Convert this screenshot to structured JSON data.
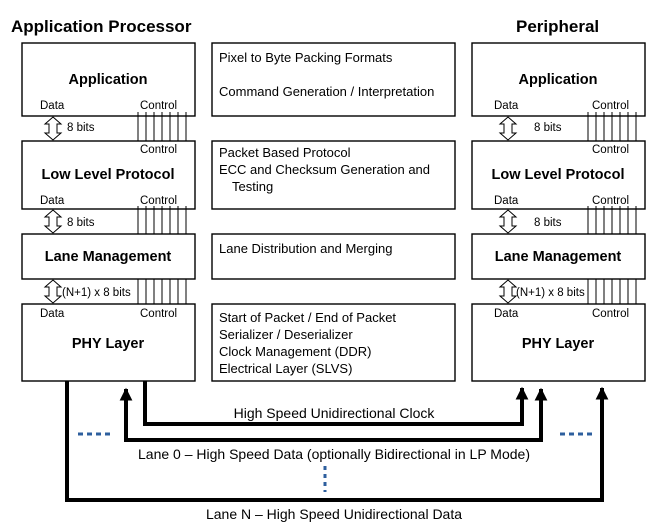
{
  "left_title": "Application Processor",
  "right_title": "Peripheral",
  "layers": {
    "application": "Application",
    "low_level_protocol": "Low Level Protocol",
    "lane_management": "Lane Management",
    "phy_layer": "PHY Layer"
  },
  "port_labels": {
    "data": "Data",
    "control": "Control"
  },
  "bus_widths": {
    "app_to_llp": "8 bits",
    "llp_to_lane": "8 bits",
    "lane_to_phy": "(N+1) x 8 bits"
  },
  "descriptions": {
    "application": [
      "Pixel to Byte Packing Formats",
      "Command Generation / Interpretation"
    ],
    "low_level_protocol": [
      "Packet Based Protocol",
      "ECC and Checksum Generation and",
      "Testing"
    ],
    "lane_management": [
      "Lane Distribution and Merging"
    ],
    "phy_layer": [
      "Start of Packet / End of Packet",
      "Serializer / Deserializer",
      "Clock Management (DDR)",
      "Electrical Layer (SLVS)"
    ]
  },
  "links": {
    "clock": "High Speed Unidirectional Clock",
    "lane0": "Lane 0 – High Speed Data (optionally Bidirectional in LP Mode)",
    "laneN": "Lane N – High Speed Unidirectional Data"
  }
}
